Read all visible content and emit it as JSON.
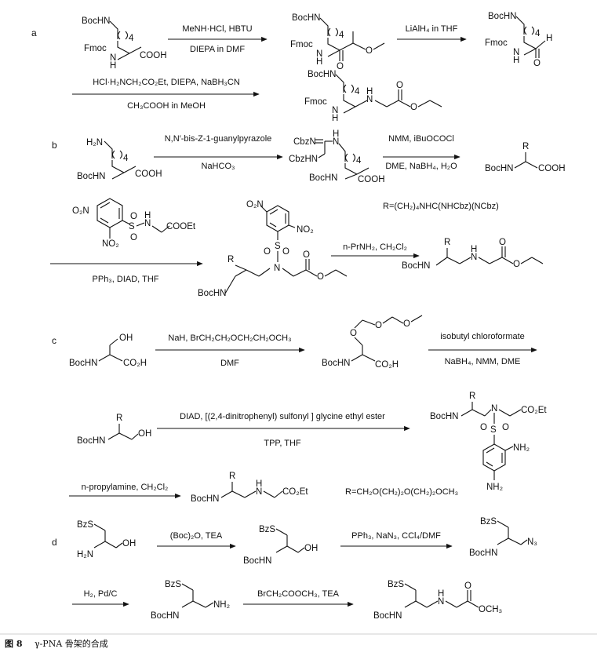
{
  "caption": {
    "fig": "图 8",
    "title": "γ-PNA 骨架的合成"
  },
  "sections": {
    "a": "a",
    "b": "b",
    "c": "c",
    "d": "d"
  },
  "atoms": {
    "BocHN": "BocHN",
    "Fmoc": "Fmoc",
    "N": "N",
    "H": "H",
    "COOH": "COOH",
    "O": "O",
    "OMe": "O",
    "H2N": "H₂N",
    "CbzHN": "CbzHN",
    "CbzN": "CbzN",
    "S": "S",
    "NO2": "NO₂",
    "O2N": "O₂N",
    "COOEt": "COOEt",
    "CO2Et": "CO₂Et",
    "CO2H": "CO₂H",
    "OH": "OH",
    "R": "R",
    "NH2": "NH₂",
    "BzS": "BzS",
    "N3": "N₃",
    "OCH3": "OCH₃",
    "NH": "NH",
    "four": "4"
  },
  "conditions": {
    "a1_top": "MeNH·HCl, HBTU",
    "a1_bot": "DIEPA in DMF",
    "a2_top": "LiAlH₄ in THF",
    "a3_top": "HCl·H₂NCH₂CO₂Et, DIEPA, NaBH₃CN",
    "a3_bot": "CH₃COOH in MeOH",
    "b1_top": "N,N′-bis-Z-1-guanylpyrazole",
    "b1_bot": "NaHCO₃",
    "b2_top": "NMM, iBuOCOCl",
    "b2_bot": "DME, NaBH₄, H₂O",
    "b3_bot": "PPh₃, DIAD, THF",
    "b4_top": "n-PrNH₂, CH₂Cl₂",
    "c1_top": "NaH, BrCH₂CH₂OCH₂CH₂OCH₃",
    "c1_bot": "DMF",
    "c2_top": "isobutyl chloroformate",
    "c2_bot": "NaBH₄, NMM, DME",
    "c3_top": "DIAD, [(2,4-dinitrophenyl) sulfonyl ] glycine ethyl ester",
    "c3_bot": "TPP, THF",
    "c4_top": "n-propylamine, CH₂Cl₂",
    "d1_top": "(Boc)₂O, TEA",
    "d2_top": "PPh₃, NaN₃, CCl₄/DMF",
    "d3_top": "H₂, Pd/C",
    "d4_top": "BrCH₂COOCH₃, TEA"
  },
  "notes": {
    "b_R": "R=(CH₂)₄NHC(NHCbz)(NCbz)",
    "c_R": "R=CH₂O(CH₂)₂O(CH₂)₂OCH₃"
  }
}
